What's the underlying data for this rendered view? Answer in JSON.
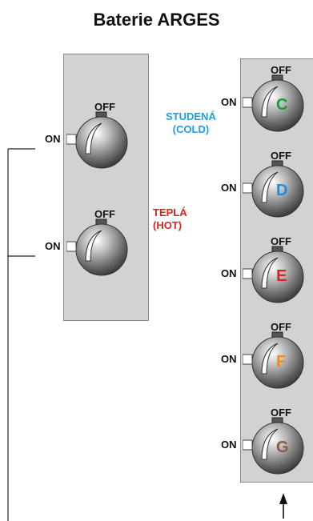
{
  "title": "Baterie ARGES",
  "left_panel": {
    "taps": [
      {
        "off_label": "OFF",
        "on_label": "ON",
        "label_line1": "STUDENÁ",
        "label_line2": "(COLD)",
        "label_color": "#1e9fdc"
      },
      {
        "off_label": "OFF",
        "on_label": "ON",
        "label_line1": "TEPLÁ",
        "label_line2": "(HOT)",
        "label_color": "#d32626"
      }
    ]
  },
  "right_panel": {
    "taps": [
      {
        "off_label": "OFF",
        "on_label": "ON",
        "letter": "C",
        "letter_color": "#1a9a3a"
      },
      {
        "off_label": "OFF",
        "on_label": "ON",
        "letter": "D",
        "letter_color": "#1e8fdc"
      },
      {
        "off_label": "OFF",
        "on_label": "ON",
        "letter": "E",
        "letter_color": "#d32626"
      },
      {
        "off_label": "OFF",
        "on_label": "ON",
        "letter": "F",
        "letter_color": "#f08c1a"
      },
      {
        "off_label": "OFF",
        "on_label": "ON",
        "letter": "G",
        "letter_color": "#8a5a4a"
      }
    ]
  },
  "arrow_icon": "up-arrow-icon"
}
